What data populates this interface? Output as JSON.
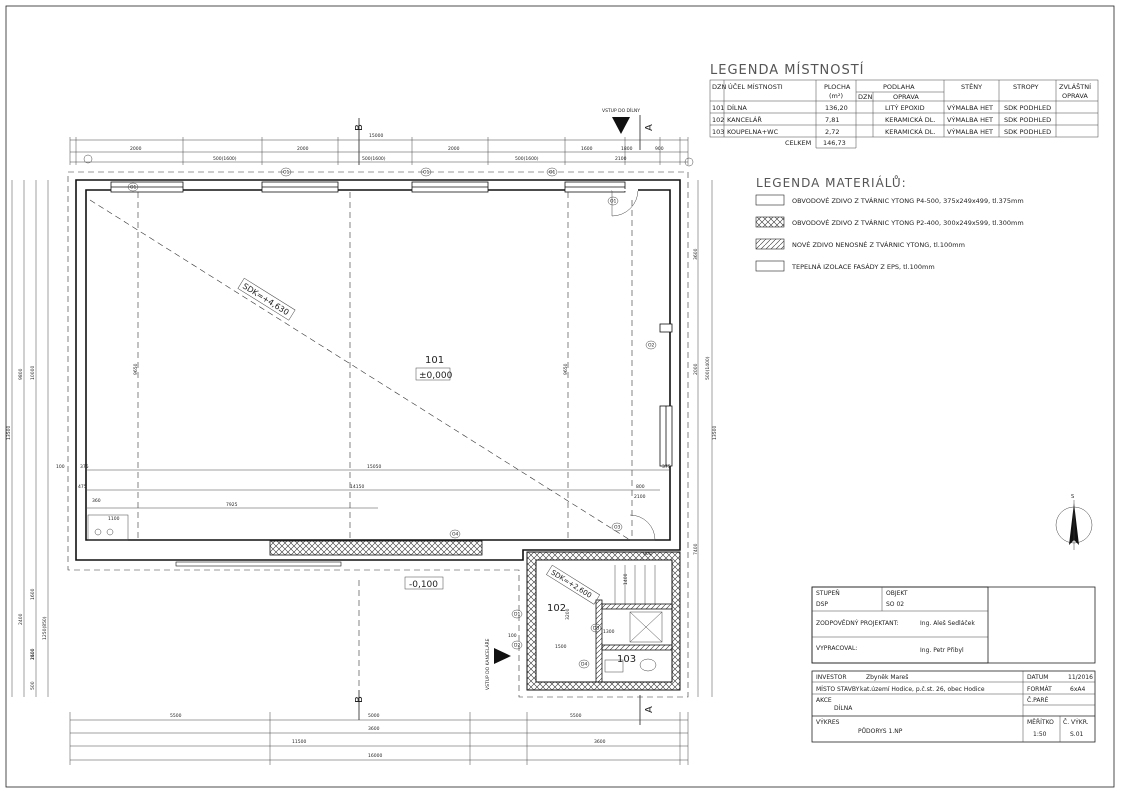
{
  "frame": {
    "border_color": "#222222"
  },
  "room_legend": {
    "title": "LEGENDA MÍSTNOSTÍ",
    "headers": {
      "dzn": "DZN",
      "purpose": "ÚČEL MÍSTNOSTI",
      "area": "PLOCHA",
      "area_unit": "(m²)",
      "floor": "PODLAHA",
      "floor_dzn": "DZN",
      "floor_repair": "OPRAVA",
      "walls": "STĚNY",
      "ceilings": "STROPY",
      "special": "ZVLÁŠTNÍ",
      "special2": "OPRAVA"
    },
    "rows": [
      {
        "dzn": "101",
        "name": "DÍLNA",
        "area": "136,20",
        "floor": "LITÝ EPOXID",
        "walls": "VÝMALBA HET",
        "ceiling": "SDK PODHLED"
      },
      {
        "dzn": "102",
        "name": "KANCELÁŘ",
        "area": "7,81",
        "floor": "KERAMICKÁ DL.",
        "walls": "VÝMALBA HET",
        "ceiling": "SDK PODHLED"
      },
      {
        "dzn": "103",
        "name": "KOUPELNA+WC",
        "area": "2,72",
        "floor": "KERAMICKÁ DL.",
        "walls": "VÝMALBA HET",
        "ceiling": "SDK PODHLED"
      }
    ],
    "total_label": "CELKEM",
    "total_value": "146,73"
  },
  "material_legend": {
    "title": "LEGENDA MATERIÁLŮ:",
    "items": [
      {
        "text": "OBVODOVÉ ZDIVO Z TVÁRNIC YTONG P4-500, 375x249x499, tl.375mm",
        "pattern": "none"
      },
      {
        "text": "OBVODOVÉ ZDIVO Z TVÁRNIC YTONG P2-400, 300x249x599, tl.300mm",
        "pattern": "cross"
      },
      {
        "text": "NOVÉ ZDIVO NENOSNÉ Z TVÁRNIC YTONG, tl.100mm",
        "pattern": "diag"
      },
      {
        "text": "TEPELNÁ IZOLACE FASÁDY Z EPS, tl.100mm",
        "pattern": "none"
      }
    ]
  },
  "plan": {
    "room_101": "101",
    "room_101_level": "±0,000",
    "room_102": "102",
    "room_103": "103",
    "sdk_label_101": "SDK=+4,630",
    "sdk_label_102": "SDK=+2,600",
    "outside_level": "-0,100",
    "entry_label_top": "VSTUP DO DÍLNY",
    "entry_label_side": "VSTUP DO KANCELÁŘE",
    "section_a": "A",
    "section_b": "B",
    "top_dims_row1": [
      "2000",
      "2000",
      "2000",
      "1600",
      "1800",
      "900"
    ],
    "top_dims_row1_total": "15000",
    "top_dims_row2": [
      "500(1600)",
      "500(1600)",
      "500(1600)",
      "2100"
    ],
    "bottom_dims_row1": [
      "5500",
      "5000",
      "5500"
    ],
    "bottom_dims_row2": [
      "3600",
      "3600"
    ],
    "bottom_dims_row2_total": "11500",
    "bottom_dims_total": "16000",
    "left_dims": [
      "10000",
      "9800",
      "13500",
      "2400",
      "1600",
      "2100",
      "1250(850)",
      "1600",
      "500"
    ],
    "right_dims": [
      "3600",
      "2000",
      "500(1400)",
      "13500",
      "7400"
    ],
    "interior_dims": {
      "width_15050": "15050",
      "width_14150": "14150",
      "depth_9650": "9650",
      "depth_9650b": "9650",
      "d_7925": "7925",
      "d_375a": "375",
      "d_375b": "375",
      "d_100": "100",
      "d_475": "475",
      "d_360": "360",
      "d_1100": "1100",
      "d_800": "800",
      "d_2100": "2100",
      "d_1500": "1500",
      "d_1300": "1300",
      "d_3200": "3200",
      "d_1400": "1400",
      "d_100b": "100",
      "d_900": "900"
    },
    "window_tags": [
      "O1",
      "O1",
      "O1",
      "O1",
      "O1",
      "O2",
      "O3",
      "O4",
      "D1",
      "D2",
      "D3",
      "D4"
    ]
  },
  "north": {
    "label": "S"
  },
  "title_block": {
    "stage_label": "STUPEŇ",
    "stage_value": "DSP",
    "object_label": "OBJEKT",
    "object_value": "SO 02",
    "designer_label": "ZODPOVĚDNÝ PROJEKTANT:",
    "designer_value": "Ing. Aleš Sedláček",
    "drawn_label": "VYPRACOVAL:",
    "drawn_value": "Ing. Petr Přibyl",
    "investor_label": "INVESTOR",
    "investor_value": "Zbyněk Mareš",
    "date_label": "DATUM",
    "date_value": "11/2016",
    "site_label": "MÍSTO STAVBY",
    "site_value": "kat.území Hodice, p.č.st. 26, obec Hodice",
    "format_label": "FORMÁT",
    "format_value": "6xA4",
    "action_label": "AKCE",
    "action_value": "DÍLNA",
    "copy_label": "Č.PARÉ",
    "copy_value": "",
    "drawing_label": "VÝKRES",
    "drawing_value": "PŮDORYS 1.NP",
    "scale_label": "MĚŘÍTKO",
    "scale_value": "1:50",
    "number_label": "Č. VÝKR.",
    "number_value": "S.01"
  }
}
